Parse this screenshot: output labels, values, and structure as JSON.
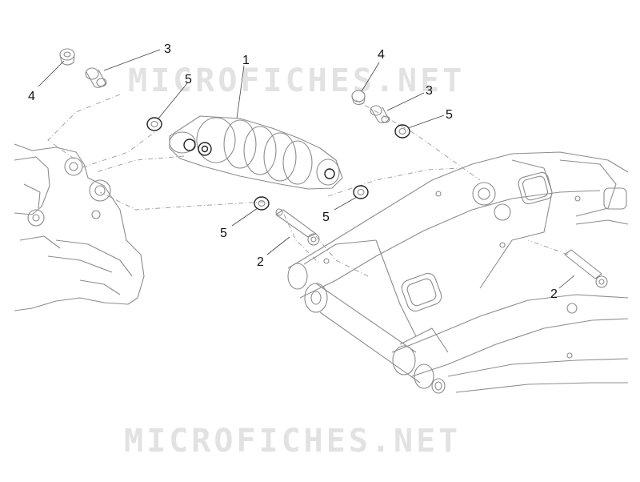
{
  "watermark": {
    "text": "MICROFICHES.NET"
  },
  "callouts": [
    {
      "id": "c1",
      "number": "1"
    },
    {
      "id": "c2a",
      "number": "2"
    },
    {
      "id": "c2b",
      "number": "2"
    },
    {
      "id": "c3a",
      "number": "3"
    },
    {
      "id": "c3b",
      "number": "3"
    },
    {
      "id": "c4a",
      "number": "4"
    },
    {
      "id": "c4b",
      "number": "4"
    },
    {
      "id": "c5a",
      "number": "5"
    },
    {
      "id": "c5b",
      "number": "5"
    },
    {
      "id": "c5c",
      "number": "5"
    },
    {
      "id": "c5d",
      "number": "5"
    }
  ],
  "colors": {
    "line": "#8c8c8c",
    "ink": "#111111",
    "watermark": "#969696"
  }
}
